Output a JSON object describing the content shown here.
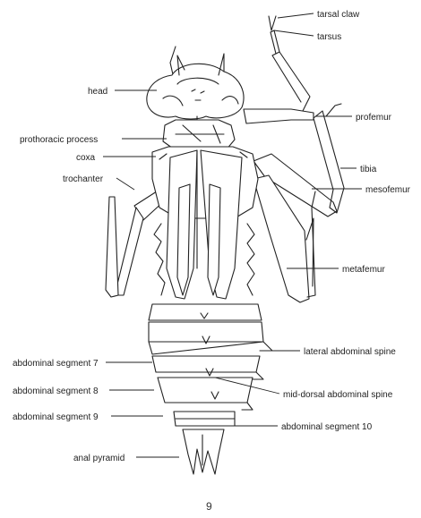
{
  "labels": {
    "tarsal_claw": "tarsal claw",
    "tarsus": "tarsus",
    "head": "head",
    "profemur": "profemur",
    "prothoracic_process": "prothoracic process",
    "coxa": "coxa",
    "tibia": "tibia",
    "trochanter": "trochanter",
    "mesofemur": "mesofemur",
    "metafemur": "metafemur",
    "lateral_abdominal_spine": "lateral abdominal spine",
    "abdominal_segment_7": "abdominal segment 7",
    "abdominal_segment_8": "abdominal segment 8",
    "mid_dorsal_abdominal_spine": "mid-dorsal abdominal spine",
    "abdominal_segment_9": "abdominal segment 9",
    "abdominal_segment_10": "abdominal segment 10",
    "anal_pyramid": "anal pyramid"
  },
  "page_number": "9"
}
